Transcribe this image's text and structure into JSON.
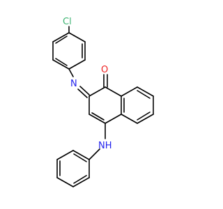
{
  "structure": {
    "atoms": {
      "chlorine": {
        "label": "Cl",
        "color": "#3cb371"
      },
      "imine_nitrogen": {
        "label": "N",
        "color": "#2222ee"
      },
      "carbonyl_oxygen": {
        "label": "O",
        "color": "#ee2222"
      },
      "amine": {
        "label": "NH",
        "color": "#2222ee"
      }
    }
  }
}
